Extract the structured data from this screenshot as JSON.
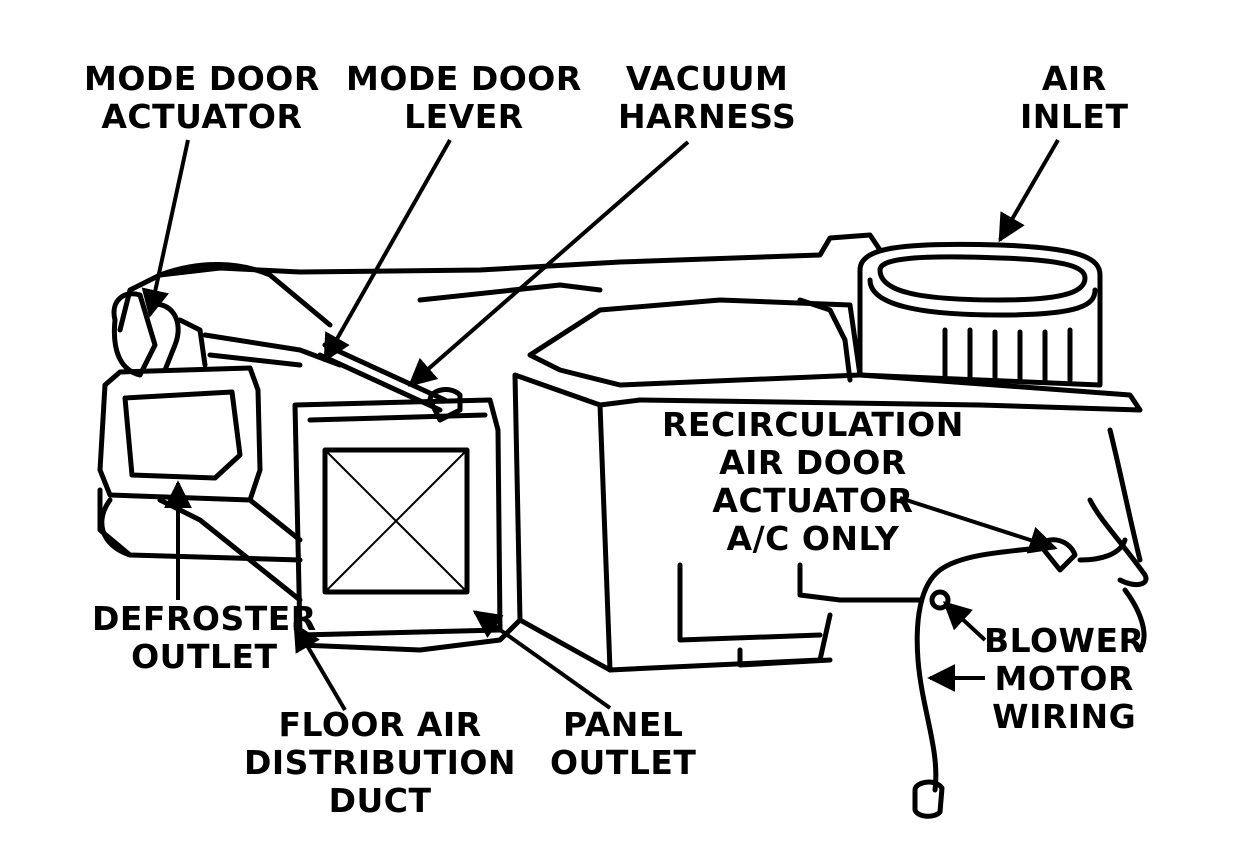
{
  "labels": {
    "mode_door_actuator": [
      "MODE DOOR",
      "ACTUATOR"
    ],
    "mode_door_lever": [
      "MODE DOOR",
      "LEVER"
    ],
    "vacuum_harness": [
      "VACUUM",
      "HARNESS"
    ],
    "air_inlet": [
      "AIR",
      "INLET"
    ],
    "recirculation_air_door_actuator": [
      "RECIRCULATION",
      "AIR DOOR",
      "ACTUATOR",
      "A/C ONLY"
    ],
    "defroster_outlet": [
      "DEFROSTER",
      "OUTLET"
    ],
    "floor_air_distribution_duct": [
      "FLOOR AIR",
      "DISTRIBUTION",
      "DUCT"
    ],
    "panel_outlet": [
      "PANEL",
      "OUTLET"
    ],
    "blower_motor_wiring": [
      "BLOWER",
      "MOTOR",
      "WIRING"
    ]
  },
  "colors": {
    "ink": "#000000",
    "paper": "#ffffff"
  }
}
